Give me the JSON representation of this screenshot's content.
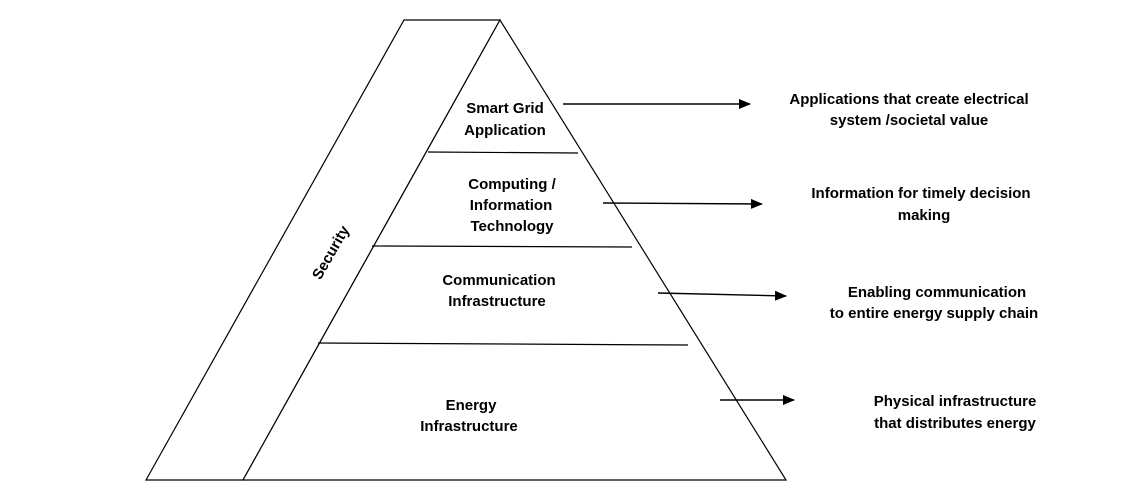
{
  "diagram": {
    "security_label": "Security",
    "layers": [
      {
        "id": "smart-grid-application",
        "lines": [
          "Smart Grid",
          "Application"
        ]
      },
      {
        "id": "computing-it",
        "lines": [
          "Computing /",
          "Information",
          "Technology"
        ]
      },
      {
        "id": "communication-infrastructure",
        "lines": [
          "Communication",
          "Infrastructure"
        ]
      },
      {
        "id": "energy-infrastructure",
        "lines": [
          "Energy",
          "Infrastructure"
        ]
      }
    ],
    "descriptions": [
      {
        "id": "smart-grid-application",
        "lines": [
          "Applications that create electrical",
          "system /societal value"
        ]
      },
      {
        "id": "computing-it",
        "lines": [
          "Information for timely decision",
          "making"
        ]
      },
      {
        "id": "communication-infrastructure",
        "lines": [
          "Enabling communication",
          "to entire energy supply chain"
        ]
      },
      {
        "id": "energy-infrastructure",
        "lines": [
          "Physical infrastructure",
          "that distributes energy"
        ]
      }
    ]
  }
}
